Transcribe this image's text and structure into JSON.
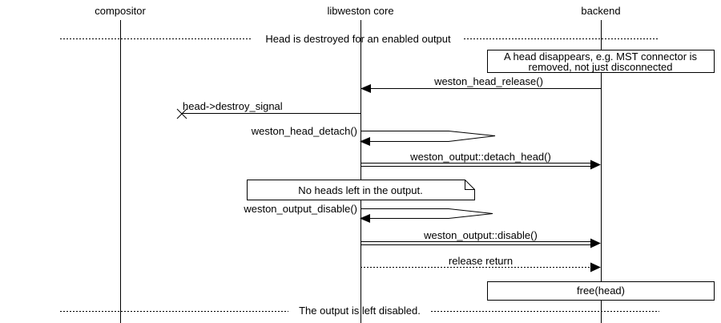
{
  "colors": {
    "background": "#ffffff",
    "line": "#000000",
    "text": "#000000"
  },
  "actors": [
    {
      "label": "compositor"
    },
    {
      "label": "libweston core"
    },
    {
      "label": "backend"
    }
  ],
  "dividers": [
    {
      "label": "Head is destroyed for an enabled output"
    },
    {
      "label": "The output is left disabled."
    }
  ],
  "notes": [
    {
      "line1": "A head disappears, e.g. MST connector is",
      "line2": "removed, not just disconnected"
    },
    {
      "label": "No heads left in the output."
    },
    {
      "label": "free(head)"
    }
  ],
  "messages": [
    {
      "label": "weston_head_release()",
      "from": "backend",
      "to": "libweston core",
      "style": "solid"
    },
    {
      "label": "head->destroy_signal",
      "from": "libweston core",
      "to": "lost",
      "style": "solid-lost"
    },
    {
      "label": "weston_head_detach()",
      "from": "libweston core",
      "to": "libweston core",
      "style": "self"
    },
    {
      "label": "weston_output::detach_head()",
      "from": "libweston core",
      "to": "backend",
      "style": "double"
    },
    {
      "label": "weston_output_disable()",
      "from": "libweston core",
      "to": "libweston core",
      "style": "self"
    },
    {
      "label": "weston_output::disable()",
      "from": "libweston core",
      "to": "backend",
      "style": "double"
    },
    {
      "label": "release return",
      "from": "libweston core",
      "to": "backend",
      "style": "dotted"
    }
  ]
}
